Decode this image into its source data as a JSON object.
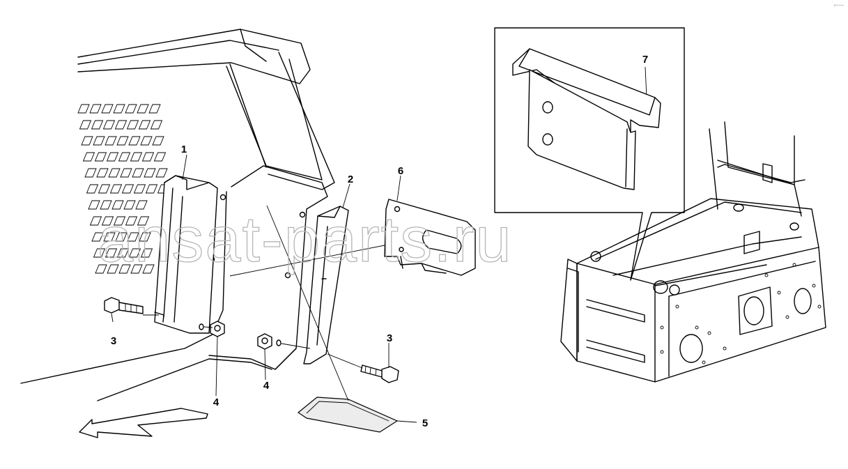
{
  "watermark": "ansat-parts.ru",
  "corner_mark": "⌐—",
  "callouts": [
    {
      "id": "c1",
      "label": "1"
    },
    {
      "id": "c2",
      "label": "2"
    },
    {
      "id": "c3a",
      "label": "3"
    },
    {
      "id": "c3b",
      "label": "3"
    },
    {
      "id": "c4a",
      "label": "4"
    },
    {
      "id": "c4b",
      "label": "4"
    },
    {
      "id": "c5",
      "label": "5"
    },
    {
      "id": "c6",
      "label": "6"
    },
    {
      "id": "c7",
      "label": "7"
    }
  ],
  "icons": [
    "direction-arrow-icon"
  ],
  "colors": {
    "line": "#000000",
    "watermark": "#b5b5b5",
    "background": "#ffffff"
  }
}
